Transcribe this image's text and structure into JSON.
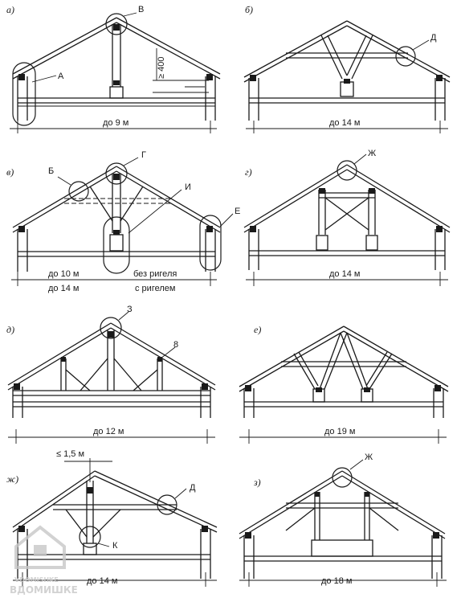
{
  "panels": {
    "a": {
      "letter": "а)",
      "span": "до 9 м",
      "callouts": [
        "В",
        "А"
      ],
      "dim": "≥ 400"
    },
    "b": {
      "letter": "б)",
      "span": "до 14 м",
      "callouts": [
        "Д"
      ]
    },
    "v": {
      "letter": "в)",
      "span1": "до 10 м",
      "span2": "до 14 м",
      "note1": "без ригеля",
      "note2": "с ригелем",
      "callouts": [
        "Б",
        "Г",
        "И",
        "Е"
      ]
    },
    "g": {
      "letter": "г)",
      "span": "до 14 м",
      "callouts": [
        "Ж"
      ]
    },
    "d": {
      "letter": "д)",
      "span": "до 12 м",
      "callouts": [
        "З",
        "8"
      ]
    },
    "e": {
      "letter": "е)",
      "span": "до 19 м"
    },
    "zh": {
      "letter": "ж)",
      "span": "до 14 м",
      "callouts": [
        "Д",
        "К"
      ],
      "dim": "≤ 1,5 м"
    },
    "z": {
      "letter": "з)",
      "span": "до 18 м",
      "callouts": [
        "Ж"
      ]
    }
  },
  "watermark": {
    "line1": "VDOMISHKE",
    "line2": "ВДОМИШКЕ"
  }
}
